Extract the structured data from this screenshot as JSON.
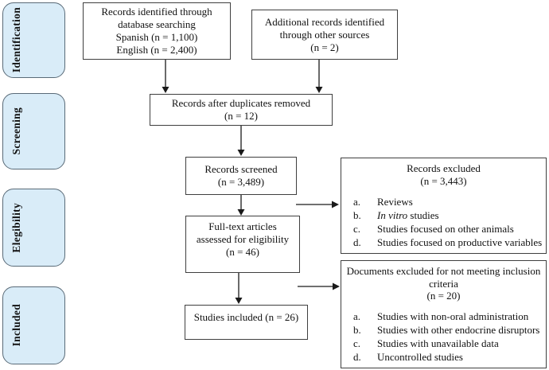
{
  "figure": {
    "name": "PRISMA flow diagram"
  },
  "sidebar": {
    "stages": [
      {
        "label": "Identification"
      },
      {
        "label": "Screening"
      },
      {
        "label": "Elegibility"
      },
      {
        "label": "Included"
      }
    ]
  },
  "flow": {
    "identified": {
      "lines": [
        "Records identified through",
        "database searching",
        "Spanish (n = 1,100)",
        "English (n = 2,400)"
      ]
    },
    "additional": {
      "lines": [
        "Additional records identified",
        "through other sources",
        "(n = 2)"
      ]
    },
    "duplicates_removed": {
      "lines": [
        "Records after duplicates removed",
        "(n = 12)"
      ]
    },
    "screened": {
      "lines": [
        "Records screened",
        "(n = 3,489)"
      ]
    },
    "full_text": {
      "lines": [
        "Full-text articles",
        "assessed for eligibility",
        "(n = 46)"
      ]
    },
    "included": {
      "lines": [
        "Studies included (n = 26)"
      ]
    }
  },
  "exclusions": {
    "records_excluded": {
      "title_lines": [
        "Records excluded",
        "(n = 3,443)"
      ],
      "items": [
        {
          "label": "a.",
          "text": "Reviews"
        },
        {
          "label": "b.",
          "italic": "In vitro",
          "text": " studies"
        },
        {
          "label": "c.",
          "text": "Studies focused on other animals"
        },
        {
          "label": "d.",
          "text": "Studies focused on productive variables"
        }
      ]
    },
    "documents_excluded": {
      "title_lines": [
        "Documents excluded for not meeting inclusion",
        "criteria",
        "(n = 20)"
      ],
      "items": [
        {
          "label": "a.",
          "text": "Studies with non-oral administration"
        },
        {
          "label": "b.",
          "text": "Studies with other endocrine disruptors"
        },
        {
          "label": "c.",
          "text": "Studies with unavailable data"
        },
        {
          "label": "d.",
          "text": "Uncontrolled studies"
        }
      ]
    }
  },
  "colors": {
    "background": "#ffffff",
    "stage_fill": "#d9ecf8",
    "stage_border": "#5a6b78",
    "box_border": "#3f3f3f",
    "arrow": "#1a1a1a"
  }
}
